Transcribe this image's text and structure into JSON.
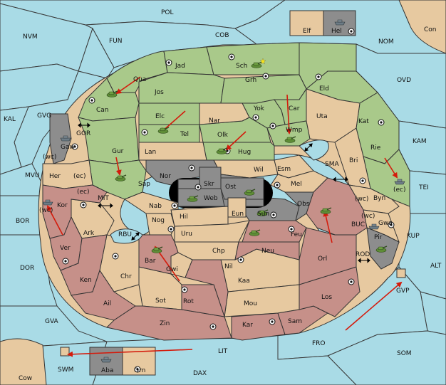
{
  "palette": {
    "sea": "#a9dbe6",
    "green": "#a9c98a",
    "tan": "#e7c9a0",
    "red": "#c69089",
    "gray": "#8d8d8d",
    "arrow": "#d41b0c",
    "army": "#5e8c36"
  },
  "provinces": {
    "pol": "POL",
    "cob": "COB",
    "fun": "FUN",
    "nvm": "NVM",
    "con": "Con",
    "nom": "NOM",
    "elf": "Elf",
    "hel": "Hel",
    "ovd": "OVD",
    "kal": "KAL",
    "gvg": "GVG",
    "kam": "KAM",
    "gor": "GOR",
    "mvu": "MVU",
    "tei": "TEI",
    "mit": "MIT",
    "sma": "SMA",
    "bor": "BOR",
    "rbu": "RBU",
    "buc": "BUC",
    "kup": "KUP",
    "alt": "ALT",
    "dor": "DOR",
    "rod": "ROD",
    "gvp": "GVP",
    "gva": "GVA",
    "fro": "FRO",
    "som": "SOM",
    "lit": "LIT",
    "swm": "SWM",
    "cow": "Cow",
    "aba": "Aba",
    "orn": "Orn",
    "dax": "DAX",
    "jad": "Jad",
    "sch": "Sch",
    "qua": "Qua",
    "jos": "Jos",
    "grh": "Grh",
    "eld": "Eld",
    "can": "Can",
    "yok": "Yok",
    "car": "Car",
    "uta": "Uta",
    "elc": "Elc",
    "nar": "Nar",
    "kat": "Kat",
    "tel": "Tel",
    "olk": "Olk",
    "gaw": "Gaw",
    "wmp": "Wmp",
    "gur": "Gur",
    "lan": "Lan",
    "hug": "Hug",
    "rie": "Rie",
    "bri": "Bri",
    "wc": "(wc)",
    "ec": "(ec)",
    "wil": "Wil",
    "esm": "Esm",
    "her": "Her",
    "nor": "Nor",
    "skr": "Skr",
    "sap": "Sap",
    "ost": "Ost",
    "mel": "Mel",
    "byn": "Byn",
    "web": "Web",
    "kor": "Kor",
    "nab": "Nab",
    "obs": "Obs",
    "eun": "Eun",
    "sun": "Sun",
    "gwa": "Gwa",
    "hil": "Hil",
    "nog": "Nog",
    "ark": "Ark",
    "uru": "Uru",
    "feu": "Feu",
    "pir": "Pir",
    "ver": "Ver",
    "orl": "Orl",
    "chp": "Chp",
    "neu": "Neu",
    "bar": "Bar",
    "gwi": "Gwi",
    "nil": "Nil",
    "ken": "Ken",
    "chr": "Chr",
    "kaa": "Kaa",
    "los": "Los",
    "ail": "Ail",
    "sot": "Sot",
    "rot": "Rot",
    "mou": "Mou",
    "zin": "Zin",
    "kar": "Kar",
    "sam": "Sam"
  }
}
